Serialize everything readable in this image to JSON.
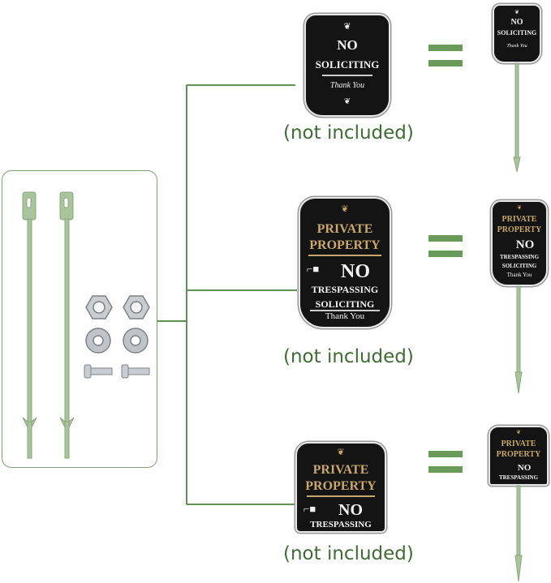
{
  "captions": [
    "(not included)",
    "(not included)",
    "(not included)"
  ],
  "signs": {
    "no_soliciting": {
      "line1": "NO",
      "line2": "SOLICITING",
      "line3": "Thank You"
    },
    "private_no_trespassing_soliciting": {
      "line1": "PRIVATE",
      "line2": "PROPERTY",
      "line3": "NO",
      "line4": "TRESPASSING",
      "line5": "SOLICITING",
      "line6": "Thank You"
    },
    "private_no_trespassing": {
      "line1": "PRIVATE",
      "line2": "PROPERTY",
      "line3": "NO",
      "line4": "TRESPASSING"
    }
  },
  "colors": {
    "connector": "#5f8f52",
    "stake": "#a8c49c",
    "equals": "#6a9a5a",
    "sign_bg": "#141414",
    "sign_gold": "#c8a86a",
    "caption": "#3f6b35"
  }
}
